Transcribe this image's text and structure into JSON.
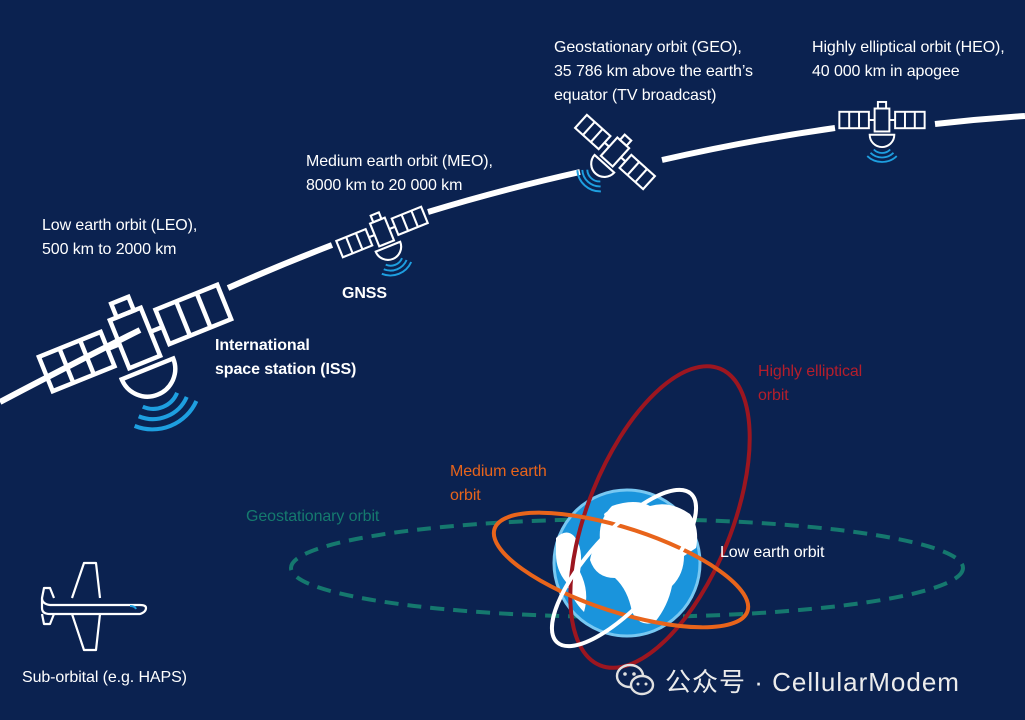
{
  "colors": {
    "background": "#0b2250",
    "heo_orbit": "#9c1620",
    "meo_orbit": "#e8641b",
    "geo_orbit": "#15786e",
    "leo_orbit": "#ffffff",
    "signal": "#1e9fe0",
    "earth_ocean": "#1a94dc",
    "earth_land": "#ffffff"
  },
  "labels": {
    "leo": "Low earth orbit (LEO),\n500 km to 2000 km",
    "meo": "Medium earth orbit (MEO),\n8000 km to 20 000 km",
    "geo": "Geostationary orbit (GEO),\n35 786 km above the earth’s\nequator (TV broadcast)",
    "heo": "Highly elliptical orbit (HEO),\n40 000 km in apogee",
    "iss": "International\nspace station (ISS)",
    "gnss": "GNSS",
    "sub_orbital": "Sub-orbital (e.g. HAPS)"
  },
  "orbit_legend": {
    "heo": "Highly elliptical\norbit",
    "meo": "Medium earth\norbit",
    "geo": "Geostationary orbit",
    "leo": "Low earth orbit"
  },
  "icons": [
    "satellite-icon",
    "airplane-icon",
    "earth-globe-icon",
    "wechat-icon"
  ],
  "watermark": {
    "text": "公众号 · CellularModem"
  }
}
